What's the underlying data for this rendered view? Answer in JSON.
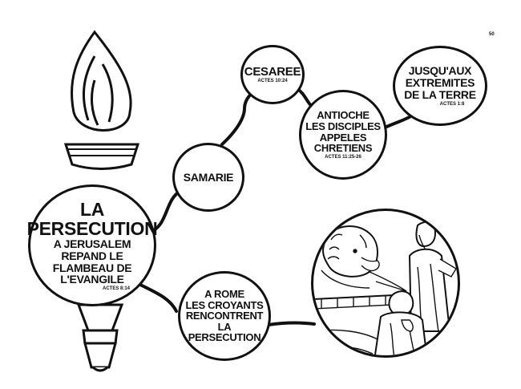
{
  "page_number": "50",
  "main": {
    "title_line1": "LA",
    "title_line2": "PERSECUTION",
    "body": [
      "A JERUSALEM",
      "REPAND LE",
      "FLAMBEAU DE",
      "L'EVANGILE"
    ],
    "ref": "ACTES 8:14"
  },
  "samarie": {
    "label": "SAMARIE"
  },
  "cesaree": {
    "label": "CESAREE",
    "ref": "ACTES 10:24"
  },
  "antioche": {
    "lines": [
      "ANTIOCHE",
      "LES DISCIPLES",
      "APPELES",
      "CHRETIENS"
    ],
    "ref": "ACTES 11:25-26"
  },
  "jusqu": {
    "lines": [
      "JUSQU'AUX",
      "EXTREMITES",
      "DE LA TERRE"
    ],
    "ref": "ACTES 1:8"
  },
  "rome": {
    "lines": [
      "A ROME",
      "LES CROYANTS",
      "RENCONTRENT",
      "LA",
      "PERSECUTION"
    ]
  }
}
